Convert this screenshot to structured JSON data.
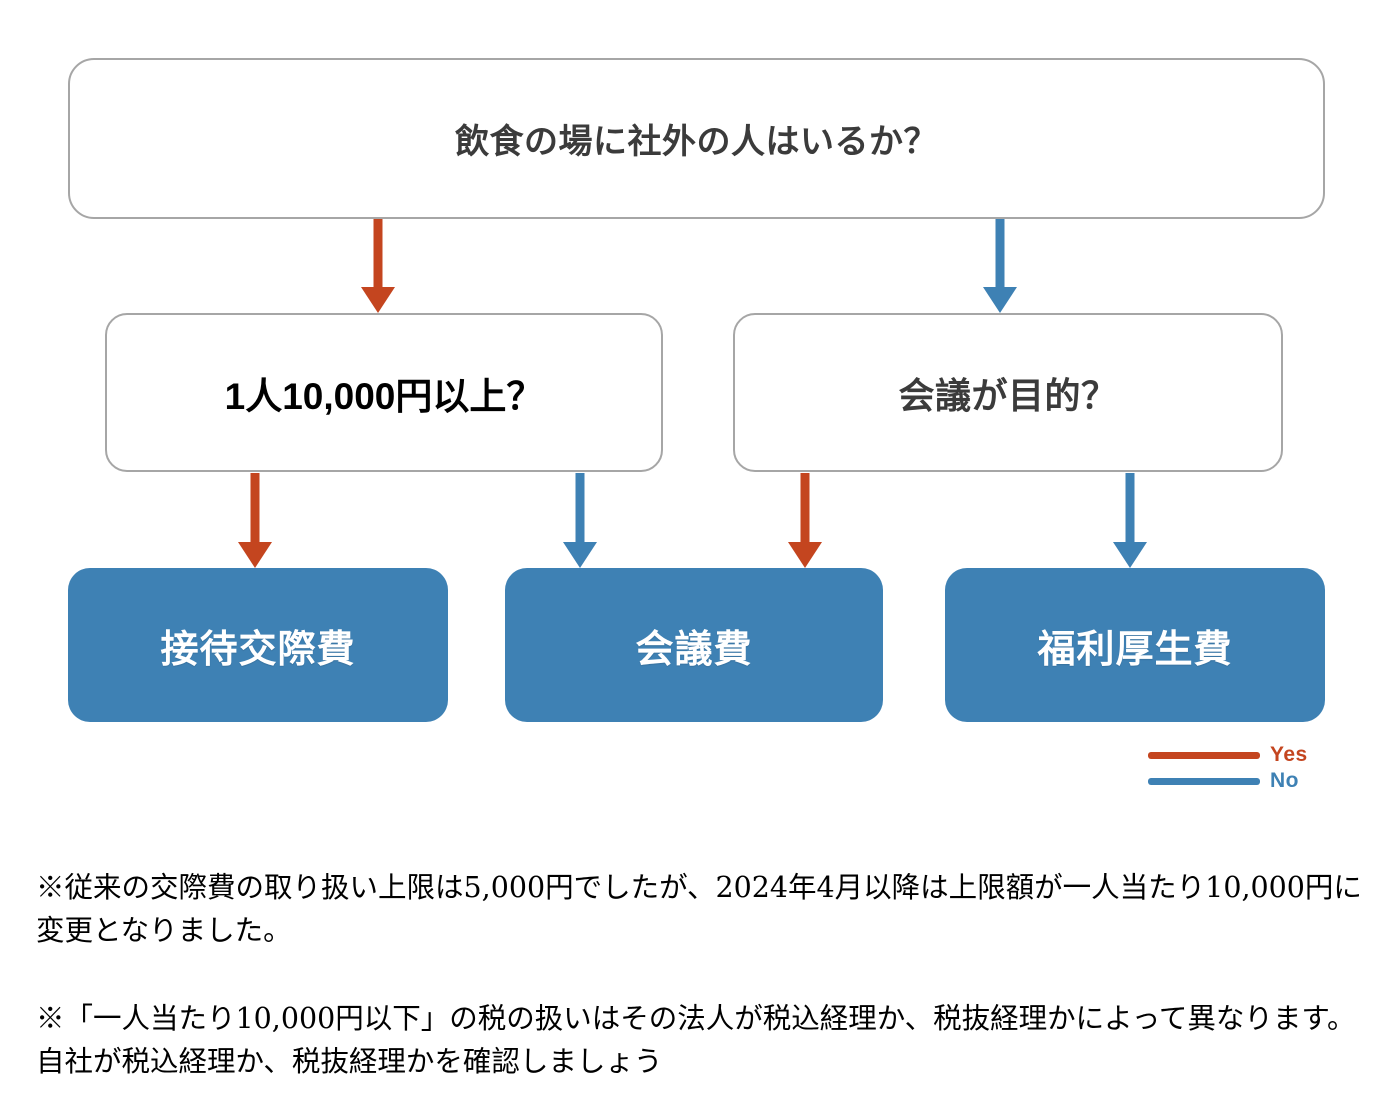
{
  "diagram": {
    "title_node": {
      "id": "root-question",
      "text": "飲食の場に社外の人はいるか？"
    },
    "decisions": [
      {
        "id": "left-decision",
        "text": "1人10,000円以上？"
      },
      {
        "id": "right-decision",
        "text": "会議が目的？"
      }
    ],
    "results": [
      {
        "id": "result-entertainment",
        "text": "接待交際費"
      },
      {
        "id": "result-meeting",
        "text": "会議費"
      },
      {
        "id": "result-welfare",
        "text": "福利厚生費"
      }
    ],
    "legend": {
      "yes_label": "Yes",
      "no_label": "No",
      "yes_color": "#c4451f",
      "no_color": "#3e81b4"
    },
    "colors": {
      "result_box_fill": "#3e81b4",
      "decision_border": "#a6a6a6",
      "decision_fill": "#ffffff",
      "yes_arrow": "#c4451f",
      "no_arrow": "#3e81b4",
      "text_dark": "#3b3b3b"
    }
  },
  "notes": [
    "※従来の交際費の取り扱い上限は5,000円でしたが、2024年4月以降は上限額が一人当たり10,000円に変更となりました。",
    "※「一人当たり10,000円以下」の税の扱いはその法人が税込経理か、税抜経理かによって異なります。自社が税込経理か、税抜経理かを確認しましょう"
  ]
}
